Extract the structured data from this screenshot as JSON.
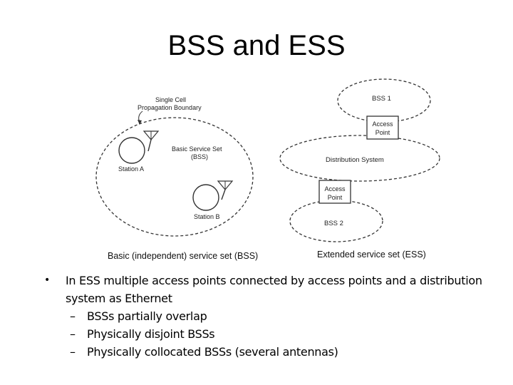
{
  "slide": {
    "title": "BSS and ESS",
    "bss_caption": "Basic (independent) service set (BSS)",
    "ess_caption": "Extended service set (ESS)",
    "bullet_mark": "•",
    "bullet": "In ESS multiple access points connected by access points and a distribution system as Ethernet",
    "sub_dash": "–",
    "sub_bullets": [
      "BSSs partially overlap",
      "Physically disjoint BSSs",
      "Physically collocated BSSs (several antennas)"
    ]
  },
  "bss_diagram": {
    "boundary_label_1": "Single Cell",
    "boundary_label_2": "Propagation Boundary",
    "bss_label_1": "Basic Service Set",
    "bss_label_2": "(BSS)",
    "station_a": "Station A",
    "station_b": "Station B"
  },
  "ess_diagram": {
    "bss1": "BSS 1",
    "bss2": "BSS 2",
    "ap_line1": "Access",
    "ap_line2": "Point",
    "distribution": "Distribution System"
  }
}
